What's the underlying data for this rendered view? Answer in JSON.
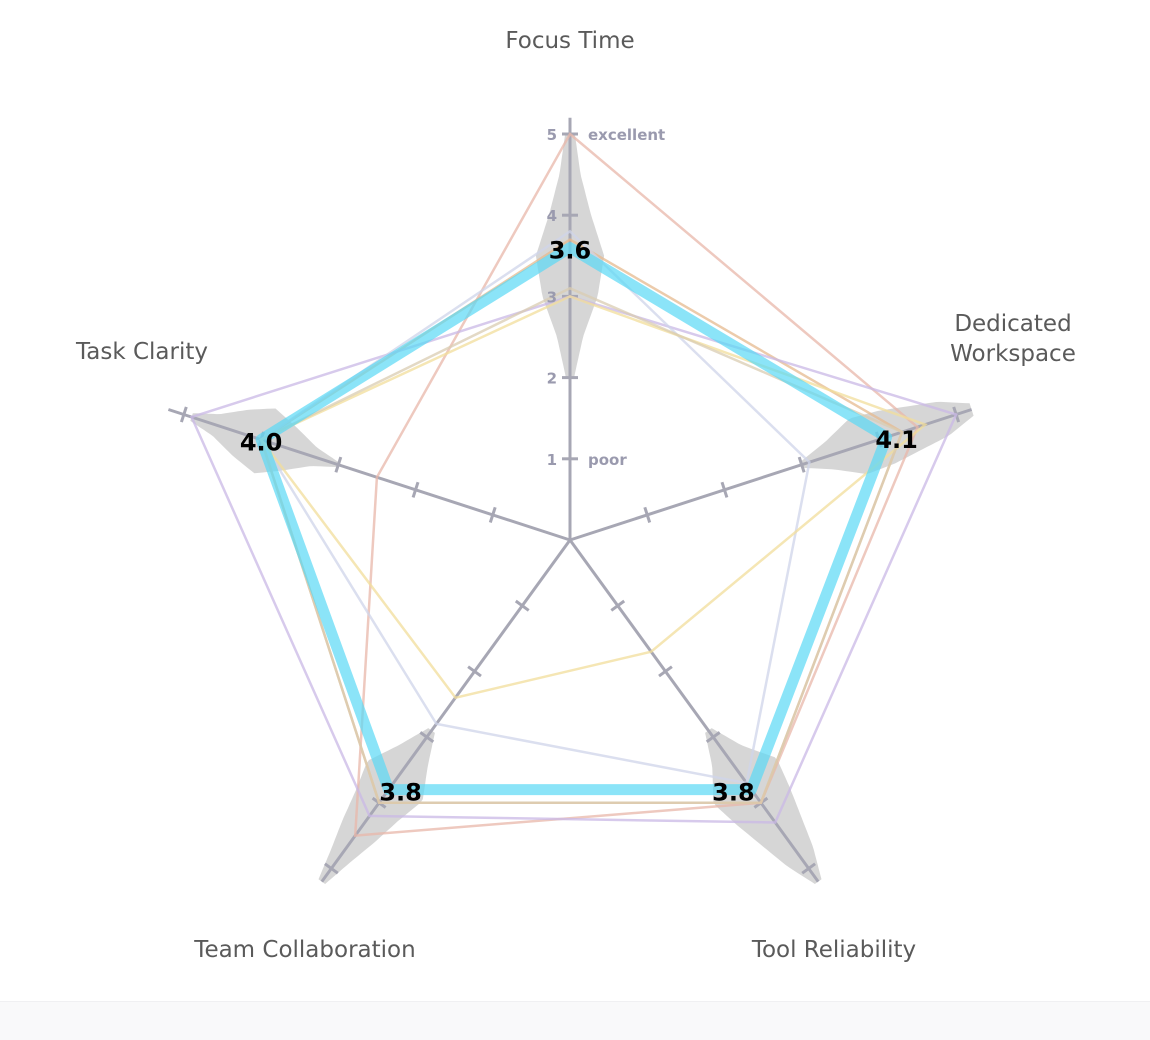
{
  "chart_data": {
    "type": "radar",
    "axes": [
      "Focus Time",
      "Dedicated Workspace",
      "Tool Reliability",
      "Team Collaboration",
      "Task Clarity"
    ],
    "axis_label_lines": [
      [
        "Focus Time"
      ],
      [
        "Dedicated",
        "Workspace"
      ],
      [
        "Tool Reliability"
      ],
      [
        "Team Collaboration"
      ],
      [
        "Task Clarity"
      ]
    ],
    "range": [
      0,
      5.2
    ],
    "ticks": [
      1,
      2,
      3,
      4,
      5
    ],
    "tick_text": {
      "1": "poor",
      "5": "excellent"
    },
    "average": {
      "values": [
        3.6,
        4.1,
        3.8,
        3.8,
        4.0
      ],
      "labels": [
        "3.6",
        "4.1",
        "3.8",
        "3.8",
        "4.0"
      ],
      "color": "#5ad8f5"
    },
    "respondents": [
      {
        "values": [
          5.0,
          4.5,
          4.0,
          4.5,
          2.5
        ],
        "color": "#e8b7a9"
      },
      {
        "values": [
          3.7,
          4.3,
          4.0,
          4.0,
          4.0
        ],
        "color": "#e6b98f"
      },
      {
        "values": [
          3.0,
          5.0,
          4.3,
          4.2,
          4.9
        ],
        "color": "#c9b8e6"
      },
      {
        "values": [
          3.8,
          3.1,
          3.7,
          2.8,
          4.0
        ],
        "color": "#cfd4ea"
      },
      {
        "values": [
          3.0,
          4.6,
          1.7,
          2.4,
          4.0
        ],
        "color": "#f2dd9b"
      },
      {
        "values": [
          3.1,
          4.3,
          4.0,
          4.0,
          4.0
        ],
        "color": "#d9ccb2"
      }
    ],
    "distributions": [
      {
        "min": 2.0,
        "max": 5.0,
        "dens": [
          0.05,
          0.16,
          0.34,
          0.42,
          0.26,
          0.13,
          0.06
        ]
      },
      {
        "min": 3.0,
        "max": 5.2,
        "dens": [
          0.04,
          0.18,
          0.36,
          0.34,
          0.28,
          0.22,
          0.08
        ]
      },
      {
        "min": 2.9,
        "max": 5.2,
        "dens": [
          0.05,
          0.22,
          0.48,
          0.4,
          0.3,
          0.2,
          0.05
        ]
      },
      {
        "min": 2.9,
        "max": 5.2,
        "dens": [
          0.05,
          0.22,
          0.42,
          0.32,
          0.24,
          0.14,
          0.05
        ]
      },
      {
        "min": 3.0,
        "max": 4.9,
        "dens": [
          0.03,
          0.12,
          0.28,
          0.42,
          0.3,
          0.14,
          0.05
        ]
      }
    ],
    "colors": {
      "axis": "#a7a7b4",
      "tick_text": "#9a9aae",
      "label": "#5a5a5a",
      "density": "#c8c8c8"
    }
  }
}
